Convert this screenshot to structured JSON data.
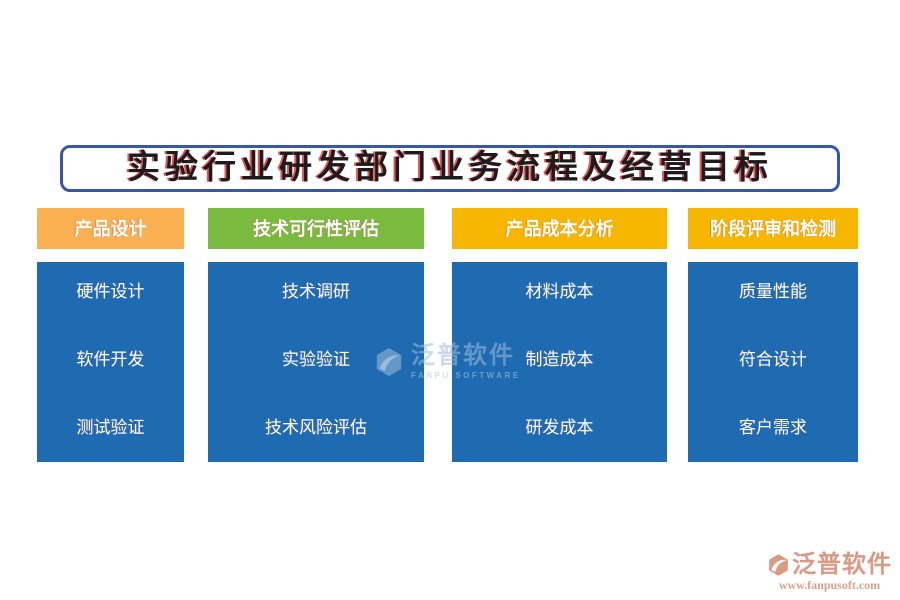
{
  "page": {
    "title": "实验行业研发部门业务流程及经营目标"
  },
  "columns": [
    {
      "header": "产品设计",
      "header_color": "#FBB052",
      "items": [
        "硬件设计",
        "软件开发",
        "测试验证"
      ]
    },
    {
      "header": "技术可行性评估",
      "header_color": "#79BA3F",
      "items": [
        "技术调研",
        "实验验证",
        "技术风险评估"
      ]
    },
    {
      "header": "产品成本分析",
      "header_color": "#F7B600",
      "items": [
        "材料成本",
        "制造成本",
        "研发成本"
      ]
    },
    {
      "header": "阶段评审和检测",
      "header_color": "#F7B600",
      "items": [
        "质量性能",
        "符合设计",
        "客户需求"
      ]
    }
  ],
  "watermark": {
    "brand": "泛普软件",
    "subtext": "FANPU SOFTWARE"
  },
  "footer": {
    "brand": "泛普软件",
    "url": "www.fanpusoft.com"
  },
  "colors": {
    "panel_blue": "#1E6BB2",
    "title_border": "#3A57A7",
    "title_text": "#1C1C1C",
    "header_orange": "#FBB052",
    "header_green": "#79BA3F",
    "header_gold": "#F7B600",
    "item_text": "#FFFFFF",
    "logo_salmon": "#D99A84",
    "watermark_blue": "#9FBCD9"
  }
}
